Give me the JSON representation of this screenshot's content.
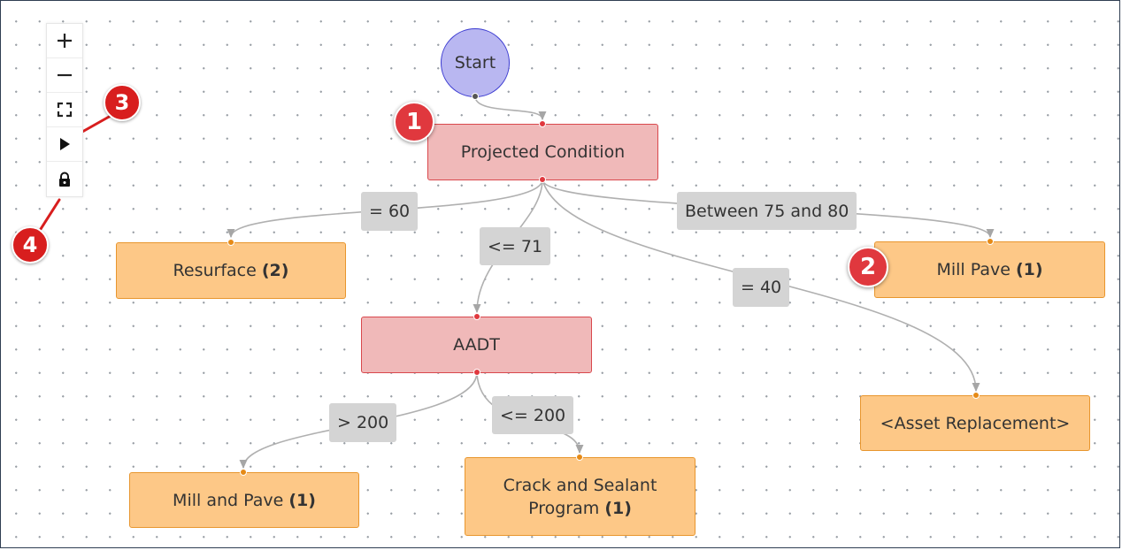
{
  "toolbar": {
    "zoom_in": "plus-icon",
    "zoom_out": "minus-icon",
    "fit_view": "fit-view-icon",
    "run": "play-icon",
    "lock": "lock-icon"
  },
  "nodes": {
    "start": {
      "label": "Start"
    },
    "projected_condition": {
      "label": "Projected Condition"
    },
    "resurface": {
      "label": "Resurface",
      "count": "(2)"
    },
    "mill_pave": {
      "label": "Mill Pave",
      "count": "(1)"
    },
    "aadt": {
      "label": "AADT"
    },
    "asset_replacement": {
      "label": "<Asset Replacement>"
    },
    "mill_and_pave": {
      "label": "Mill and Pave",
      "count": "(1)"
    },
    "crack_sealant": {
      "label_line1": "Crack and Sealant",
      "label_line2": "Program",
      "count": "(1)"
    }
  },
  "edges": {
    "eq60": "= 60",
    "le71": "<= 71",
    "between": "Between 75 and 80",
    "eq40": "= 40",
    "gt200": "> 200",
    "le200": "<= 200"
  },
  "callouts": {
    "one": "1",
    "two": "2",
    "three": "3",
    "four": "4"
  },
  "colors": {
    "action_fill": "#fdc887",
    "condition_fill": "#f0b9b9",
    "start_fill": "#b9b7f1",
    "edge_label_fill": "#d4d4d4",
    "callout_red": "#d81e1e"
  }
}
